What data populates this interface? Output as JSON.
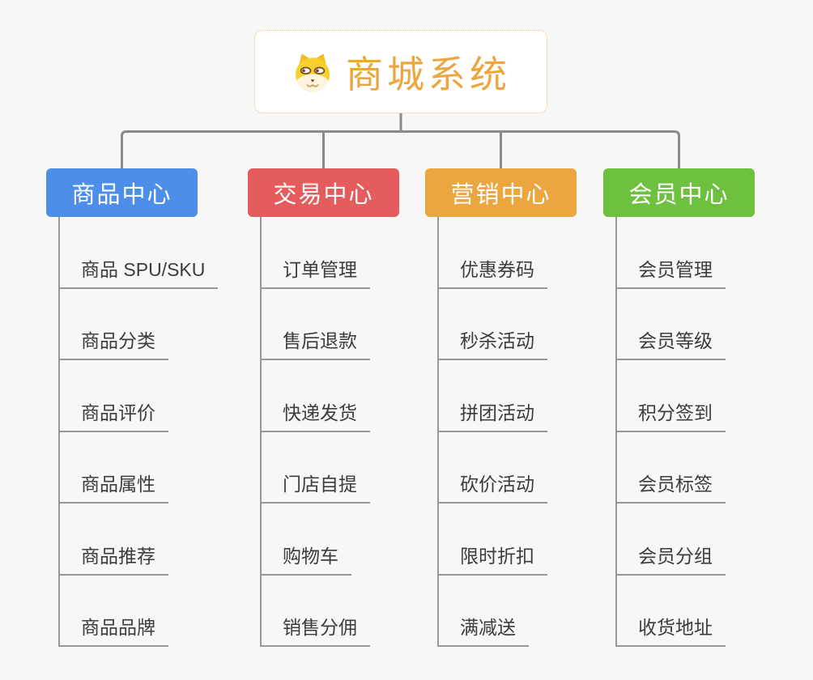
{
  "root": {
    "title": "商城系统",
    "icon": "doge-icon"
  },
  "branches": [
    {
      "label": "商品中心",
      "color": "#4C8EE8",
      "items": [
        "商品 SPU/SKU",
        "商品分类",
        "商品评价",
        "商品属性",
        "商品推荐",
        "商品品牌"
      ]
    },
    {
      "label": "交易中心",
      "color": "#E45C5C",
      "items": [
        "订单管理",
        "售后退款",
        "快递发货",
        "门店自提",
        "购物车",
        "销售分佣"
      ]
    },
    {
      "label": "营销中心",
      "color": "#EBA63F",
      "items": [
        "优惠券码",
        "秒杀活动",
        "拼团活动",
        "砍价活动",
        "限时折扣",
        "满减送"
      ]
    },
    {
      "label": "会员中心",
      "color": "#6EC13F",
      "items": [
        "会员管理",
        "会员等级",
        "积分签到",
        "会员标签",
        "会员分组",
        "收货地址"
      ]
    }
  ],
  "colors": {
    "background": "#F7F7F7",
    "connector": "#8A8A8A",
    "item_line": "#989898",
    "item_text": "#3C3C3C",
    "root_text": "#EBA63F",
    "root_border": "#EDBE72",
    "branch_blue": "#4C8EE8",
    "branch_red": "#E45C5C",
    "branch_orange": "#EBA63F",
    "branch_green": "#6EC13F"
  }
}
